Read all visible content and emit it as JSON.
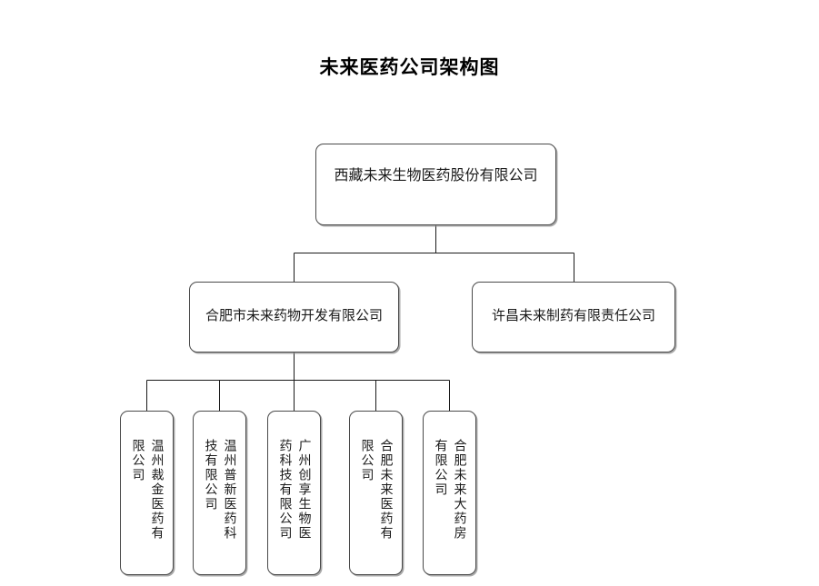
{
  "document": {
    "title": "未来医药公司架构图",
    "background_color": "#ffffff",
    "box_border_color": "#4a4a4a",
    "text_color": "#1a1a1a",
    "line_color": "#1a1a1a"
  },
  "org_chart": {
    "type": "diagram",
    "orientation": "top-down",
    "levels": 3,
    "root": {
      "id": "n0",
      "label": "西藏未来生物医药股份有限公司",
      "text_direction": "horizontal"
    },
    "level2": [
      {
        "id": "n1",
        "label": "合肥市未来药物开发有限公司",
        "text_direction": "horizontal",
        "parent": "n0",
        "children": [
          "n3",
          "n4",
          "n5",
          "n6",
          "n7"
        ]
      },
      {
        "id": "n2",
        "label": "许昌未来制药有限责任公司",
        "text_direction": "horizontal",
        "parent": "n0",
        "children": []
      }
    ],
    "level3": [
      {
        "id": "n3",
        "label": "温州裁金医药有限公司",
        "text_direction": "vertical-rl",
        "parent": "n1"
      },
      {
        "id": "n4",
        "label": "温州普新医药科技有限公司",
        "text_direction": "vertical-rl",
        "parent": "n1"
      },
      {
        "id": "n5",
        "label": "广州创享生物医药科技有限公司",
        "text_direction": "vertical-rl",
        "parent": "n1"
      },
      {
        "id": "n6",
        "label": "合肥未来医药有限公司",
        "text_direction": "vertical-rl",
        "parent": "n1"
      },
      {
        "id": "n7",
        "label": "合肥未来大药房有限公司",
        "text_direction": "vertical-rl",
        "parent": "n1"
      }
    ]
  }
}
